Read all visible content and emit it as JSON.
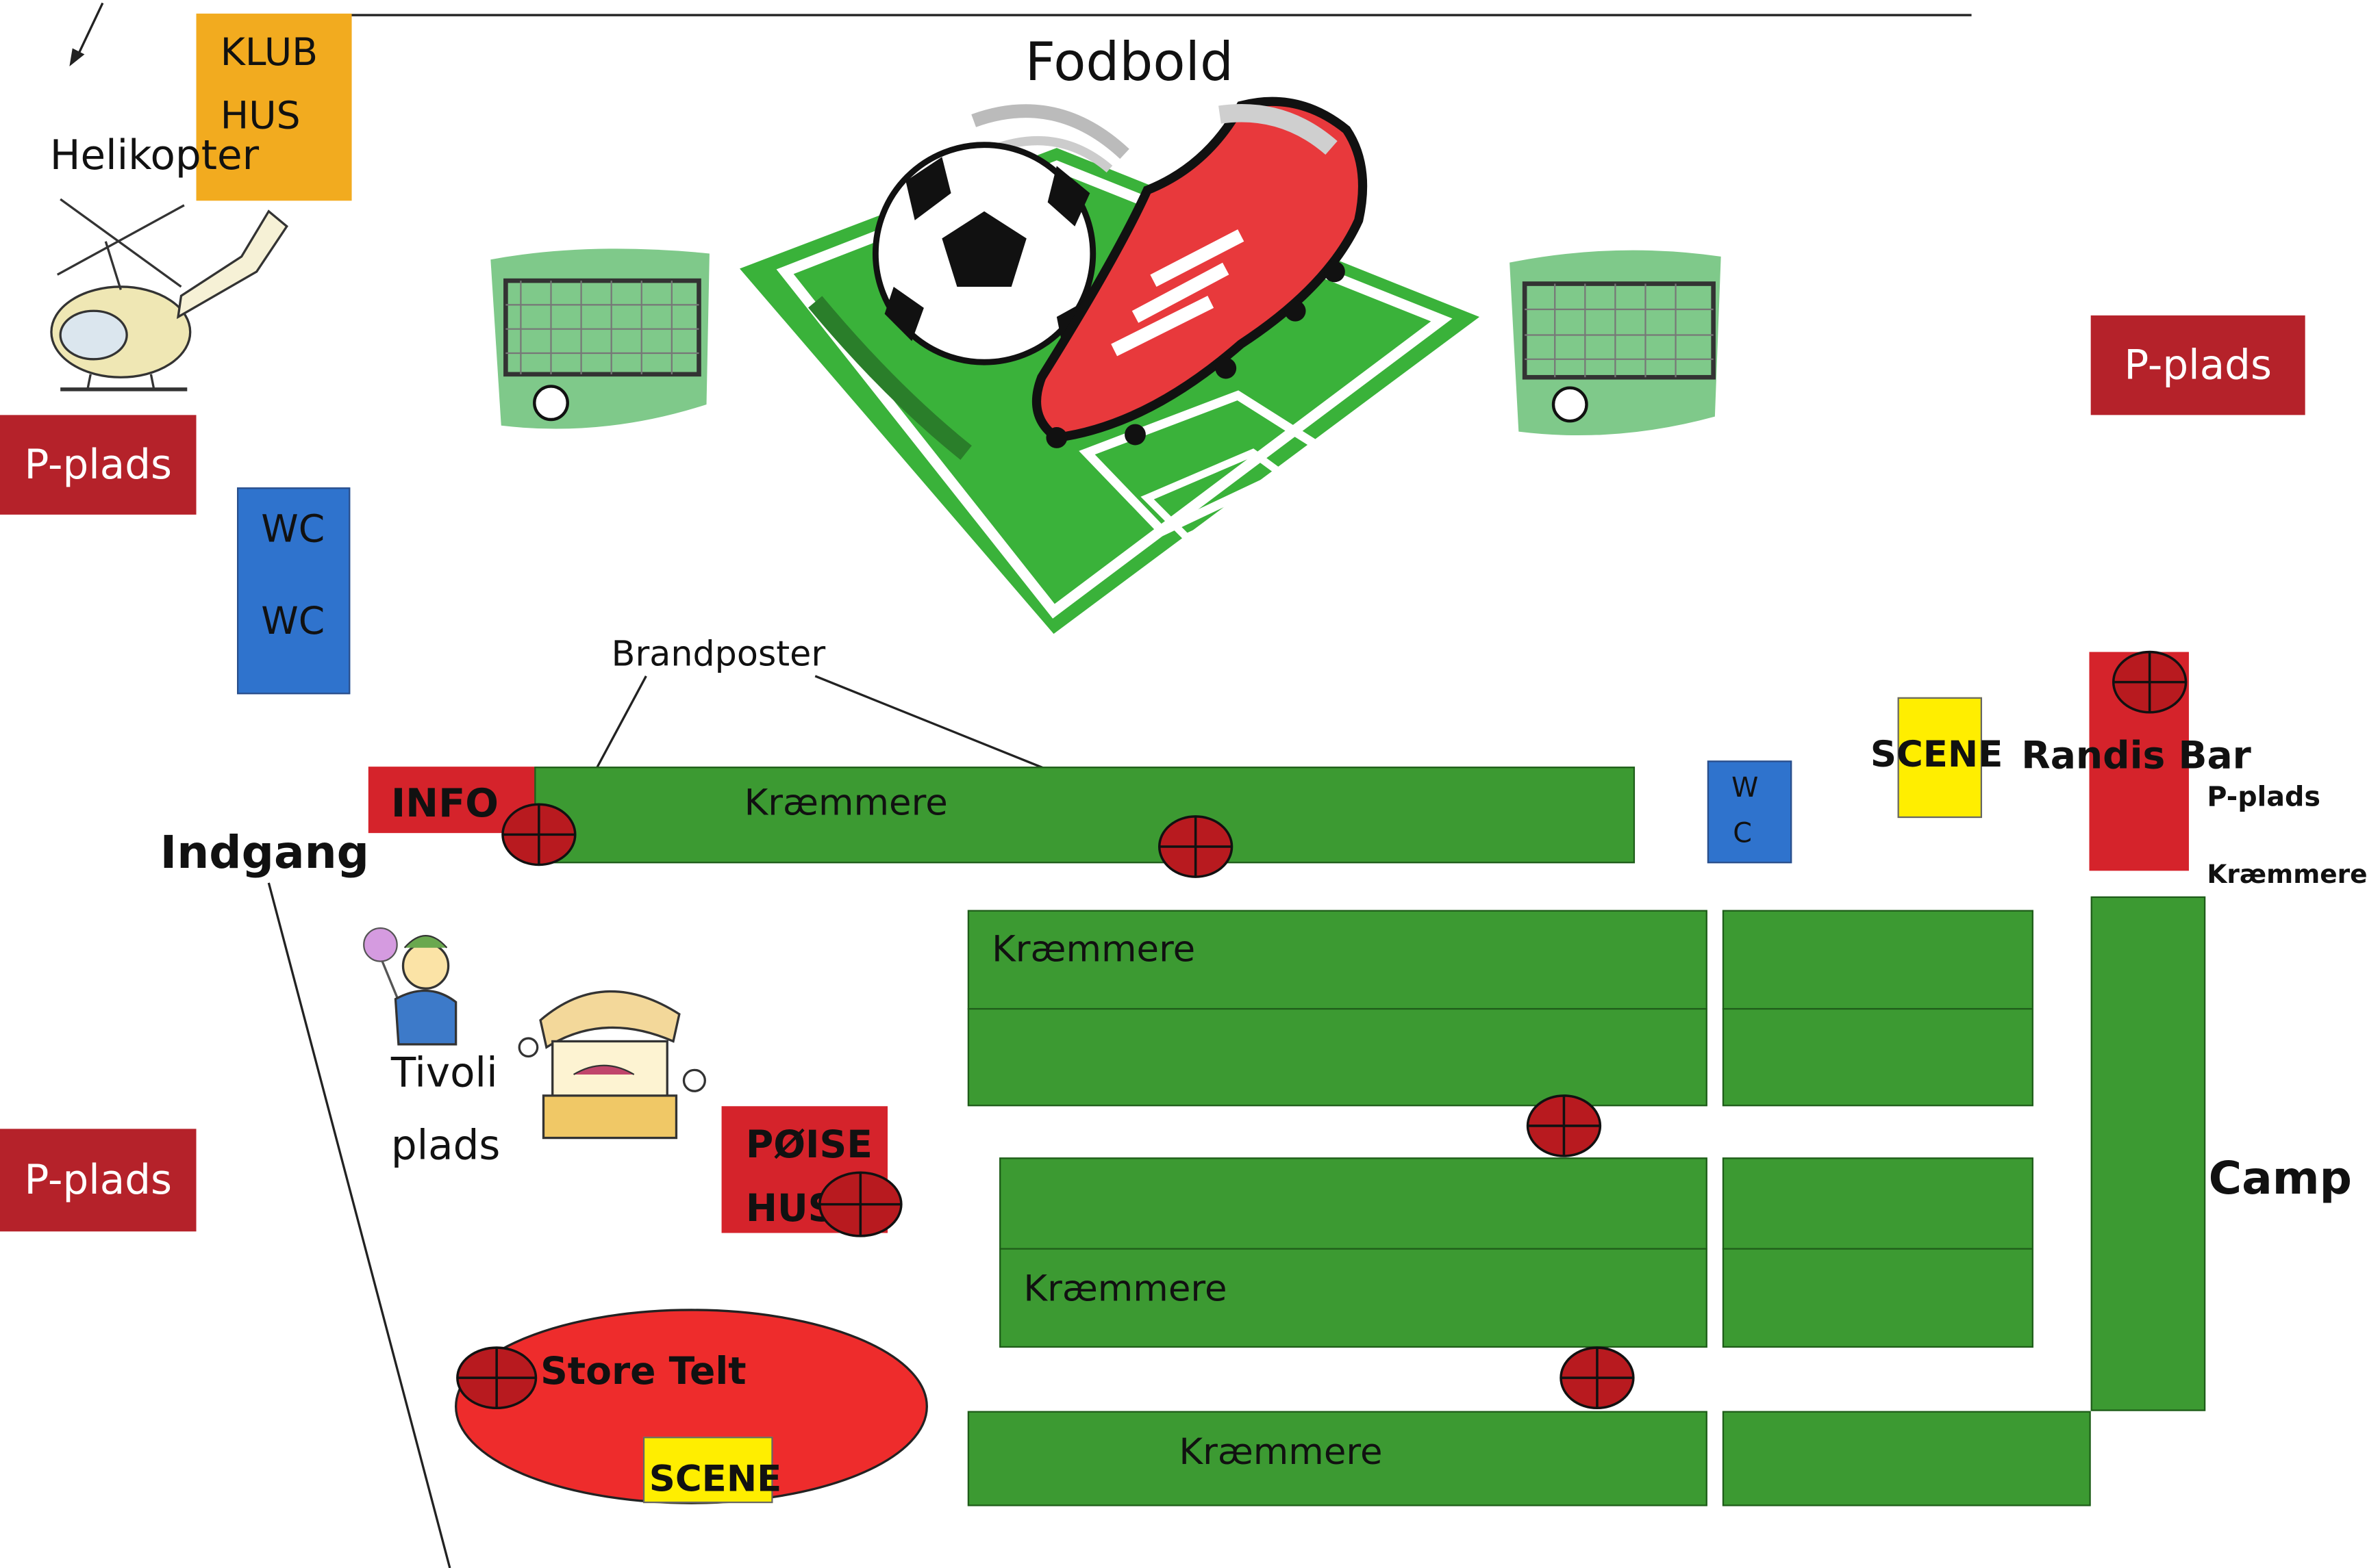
{
  "title": "Fodbold",
  "labels": {
    "klubhus": [
      "KLUB",
      "HUS"
    ],
    "helikopter": "Helikopter",
    "p_plads": "P-plads",
    "wc": "WC",
    "wc_small": [
      "W",
      "C"
    ],
    "brandposter": "Brandposter",
    "info": "INFO",
    "indgang": "Indgang",
    "kraemmere": "Kræmmere",
    "kraemmere_cut": "Kræmmere",
    "tivoli": [
      "Tivoli",
      "plads"
    ],
    "poise": [
      "PØISE",
      "HUS"
    ],
    "store_telt": "Store Telt",
    "scene": "SCENE",
    "randis_bar": "Randis Bar",
    "p_plads_small": "P-plads",
    "camp": "Camp"
  },
  "legend": {
    "red": "#d5232b",
    "green": "#3c9a32",
    "blue": "#2f73cd",
    "yellow": "#ffee00",
    "orange": "#f2ab1f"
  },
  "icons": [
    "helicopter-icon",
    "soccer-field-icon",
    "soccer-ball-icon",
    "football-boot-icon",
    "goal-icon",
    "clown-balloon-icon",
    "carousel-stand-icon",
    "hydrant-icon"
  ]
}
